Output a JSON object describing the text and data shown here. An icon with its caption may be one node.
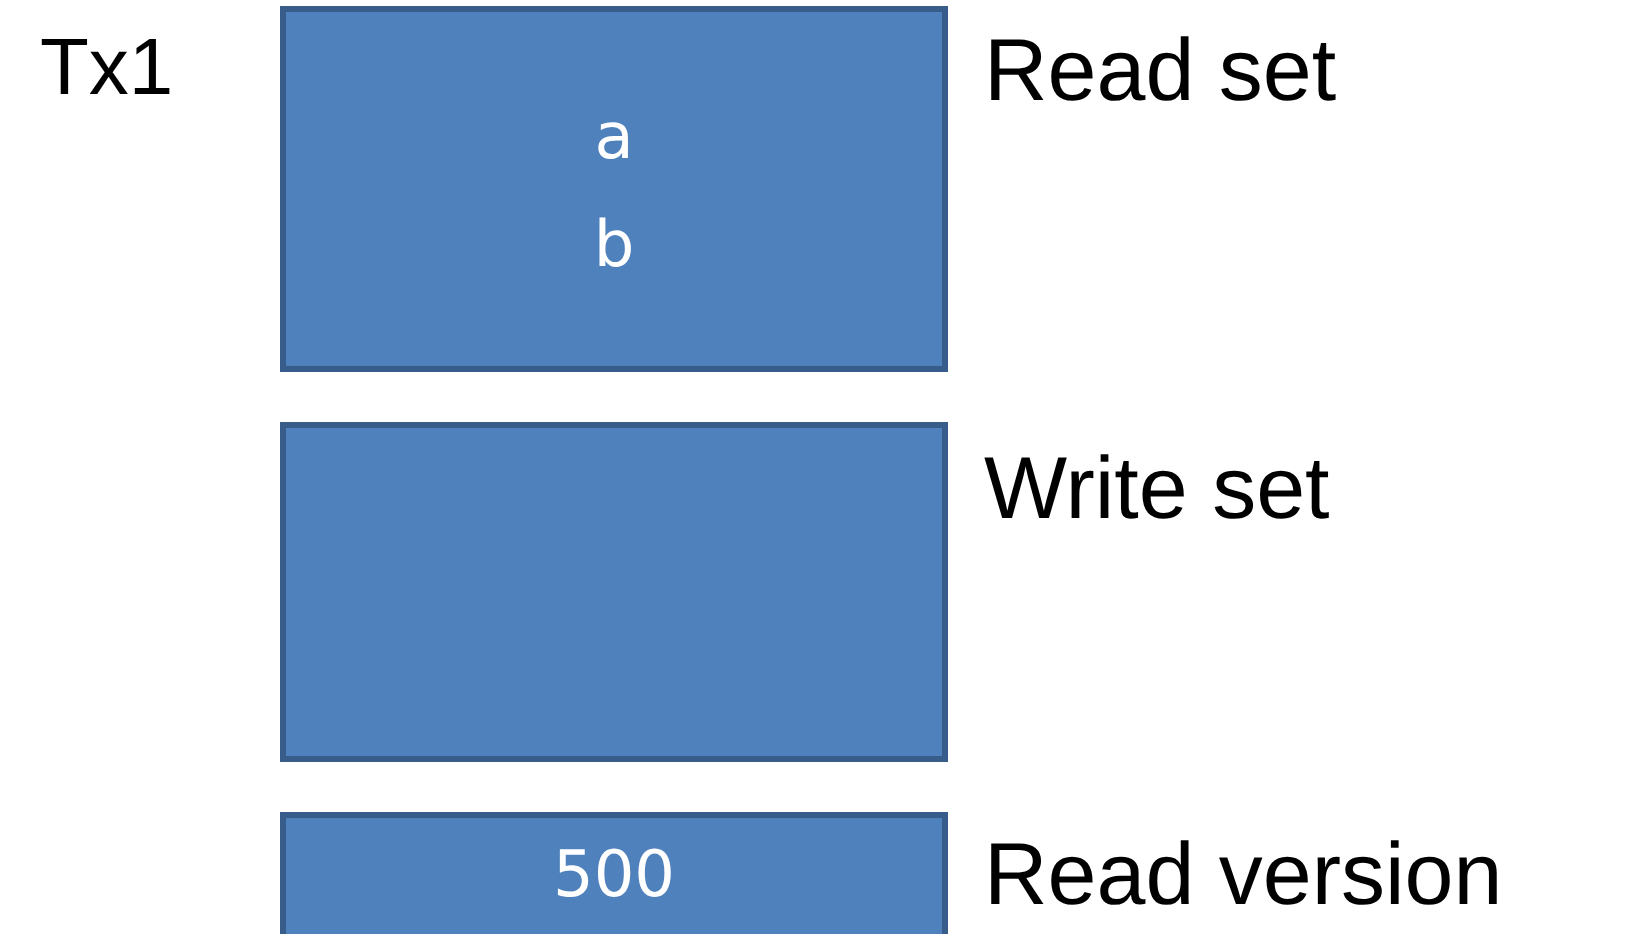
{
  "diagram": {
    "nodes": [
      {
        "text": [
          "a",
          "b"
        ],
        "beside": [
          "Read set"
        ]
      },
      {
        "text": [],
        "shape": "box",
        "beside": [
          "Write set"
        ]
      },
      {
        "text": [
          "500"
        ],
        "beside": [
          "Read version"
        ]
      }
    ],
    "labels": [
      "Tx1"
    ]
  }
}
